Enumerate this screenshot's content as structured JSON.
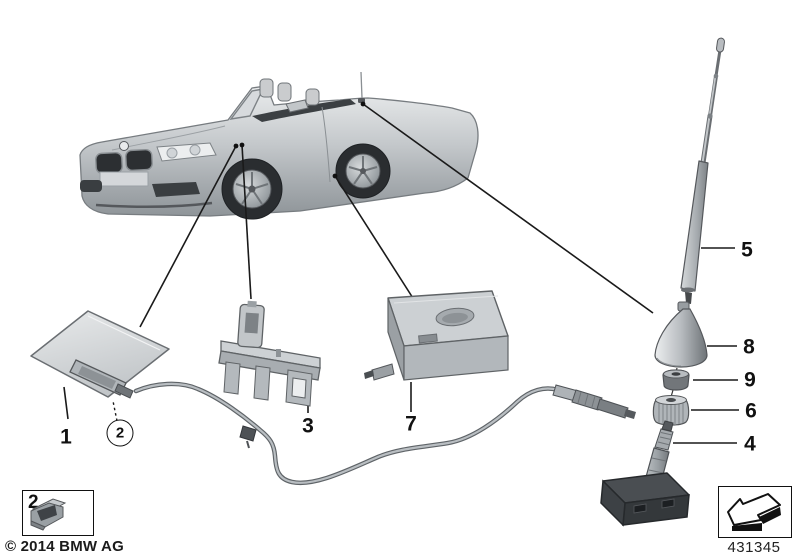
{
  "colors": {
    "background": "#ffffff",
    "leader_line": "#1a1a1a",
    "part_light": "#d9dcde",
    "part_mid": "#a9aeb2",
    "part_dark": "#3f4347",
    "text": "#111111"
  },
  "callouts": {
    "pad": "1",
    "clip": "2",
    "bracket": "3",
    "base": "4",
    "rod": "5",
    "nut": "6",
    "amplifier": "7",
    "cone": "8",
    "seal": "9"
  },
  "clip_box": {
    "label": "2"
  },
  "ref_box": {
    "code": "431345"
  },
  "footer": {
    "copyright": "© 2014 BMW AG"
  },
  "icons": {
    "direction_arrow": "⬋",
    "clip_part": "metal-clip"
  }
}
